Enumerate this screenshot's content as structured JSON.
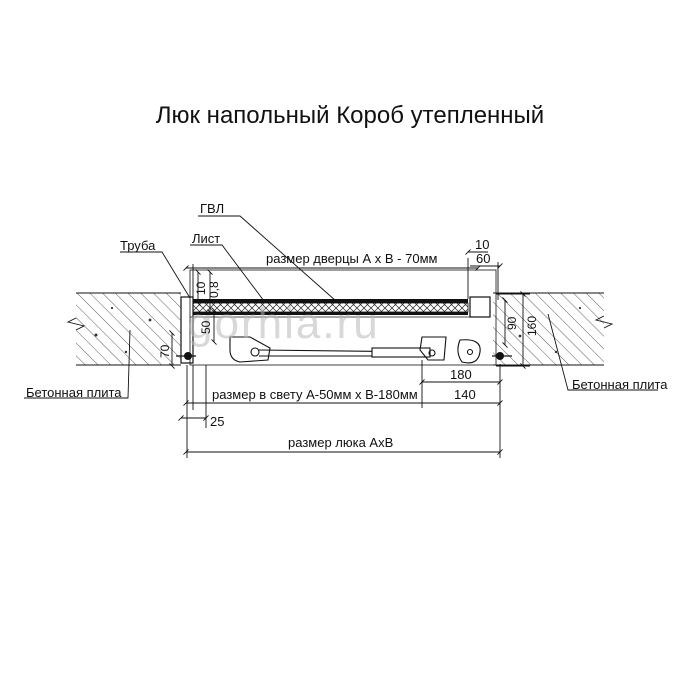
{
  "title": "Люк напольный Короб утепленный",
  "watermark": "gorhia.ru",
  "labels": {
    "gvl": "ГВЛ",
    "list": "Лист",
    "truba": "Труба",
    "concrete_left": "Бетонная плита",
    "concrete_right": "Бетонная плита"
  },
  "dimensions": {
    "door_size": "размер дверцы А х В - 70мм",
    "clear_size": "размер в свету А-50мм х В-180мм",
    "hatch_size": "размер люка АхВ",
    "d10_top": "10",
    "d60": "60",
    "d10_left": "10",
    "d08": "0,8",
    "d50": "50",
    "d70": "70",
    "d25": "25",
    "d90": "90",
    "d160": "160",
    "d180": "180",
    "d140": "140"
  },
  "colors": {
    "line": "#111111",
    "watermark": "#b9b9b9"
  }
}
